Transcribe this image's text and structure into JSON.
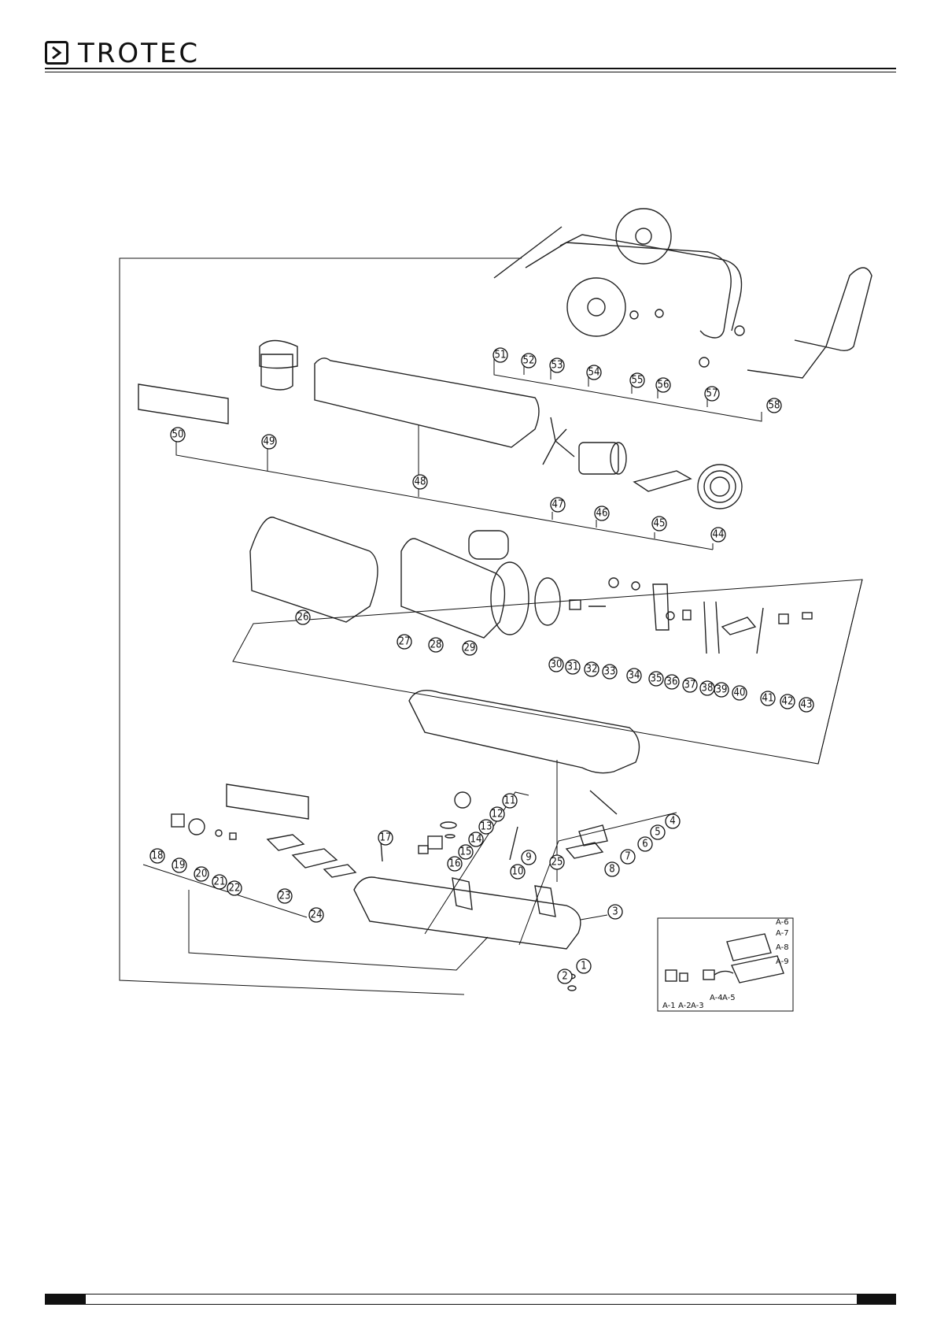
{
  "header": {
    "brand": "TROTEC",
    "logo_icon": "chevron-right-icon"
  },
  "callouts": [
    "1",
    "2",
    "3",
    "4",
    "5",
    "6",
    "7",
    "8",
    "9",
    "10",
    "11",
    "12",
    "13",
    "14",
    "15",
    "16",
    "17",
    "18",
    "19",
    "20",
    "21",
    "22",
    "23",
    "24",
    "25",
    "26",
    "27",
    "28",
    "29",
    "30",
    "31",
    "32",
    "33",
    "34",
    "35",
    "36",
    "37",
    "38",
    "39",
    "40",
    "41",
    "42",
    "43",
    "44",
    "45",
    "46",
    "47",
    "48",
    "49",
    "50",
    "51",
    "52",
    "53",
    "54",
    "55",
    "56",
    "57",
    "58"
  ],
  "inset_labels": [
    "A-1",
    "A-2",
    "A-3",
    "A-4",
    "A-5",
    "A-6",
    "A-7",
    "A-8",
    "A-9"
  ]
}
